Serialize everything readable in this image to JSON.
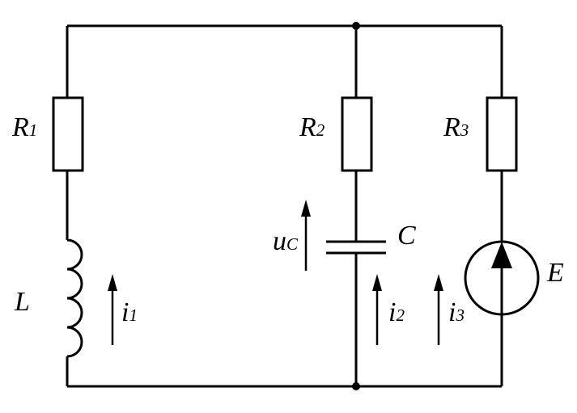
{
  "labels": {
    "r1": {
      "main": "R",
      "sub": "1"
    },
    "r2": {
      "main": "R",
      "sub": "2"
    },
    "r3": {
      "main": "R",
      "sub": "3"
    },
    "inductor": {
      "main": "L"
    },
    "capacitor": {
      "main": "C"
    },
    "source": {
      "main": "E"
    },
    "uc": {
      "main": "u",
      "sub": "C"
    },
    "i1": {
      "main": "i",
      "sub": "1"
    },
    "i2": {
      "main": "i",
      "sub": "2"
    },
    "i3": {
      "main": "i",
      "sub": "3"
    }
  },
  "colors": {
    "line": "#000000",
    "background": "#ffffff"
  }
}
